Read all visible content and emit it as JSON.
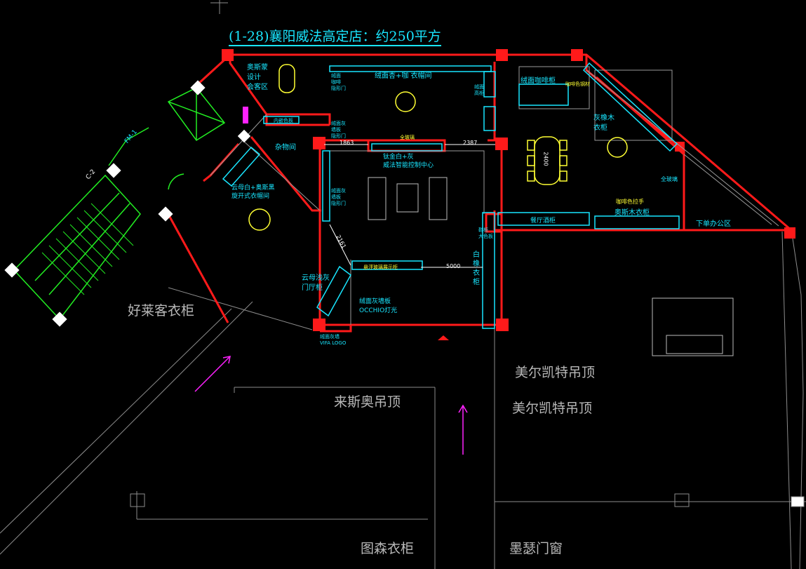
{
  "title": "(1-28)襄阳威法高定店：约250平方",
  "labels": {
    "design_meeting": "奥斯蒙\n设计\n会客区",
    "fabric_wardrobe": "绒面杏+咖 衣帽间",
    "fabric_coffee_cabinet": "绒面咖啡柜",
    "coffee_tempered": "咖啡色钢材",
    "storage_room": "杂物间",
    "gray_wood_wardrobe": "灰橡木\n衣柜",
    "all_glass_right": "全玻璃",
    "coffee_handle": "咖啡色拉手",
    "oak_wardrobe": "奥斯木衣柜",
    "office_area": "下单办公区",
    "control_center": "钛金白+灰\n威法智能控制中心",
    "all_glass_top": "全玻璃",
    "yunmu_wardrobe": "云母白+奥斯黑\n旋开式衣帽间",
    "yunmu_hall": "云母浅灰\n门厅柜",
    "fabric_gray_wall": "绒面灰墙板\nOCCHIO灯光",
    "white_wardrobe": "白\n橡\n衣\n柜",
    "restaurant_cabinet": "餐厅酒柜",
    "fabric_gray_logo": "绒面灰墙\nVIFA LOGO",
    "inner_color": "内嵌色板",
    "side_door_a": "绒面\n咖啡\n隐形门",
    "side_door_b": "绒面灰\n墙板\n隐形门",
    "side_door_c": "绒面灰\n墙板\n隐形门",
    "tall_cabinet": "绒面\n高柜",
    "shoe_cabinet": "鞋柜\n大色板",
    "glass_bar": "悬浮玻璃展示柜",
    "fm": "FM-1",
    "c2": "C-2",
    "haolaike": "好莱客衣柜",
    "laisiao": "来斯奥吊顶",
    "meierkaite_1": "美尔凯特吊顶",
    "meierkaite_2": "美尔凯特吊顶",
    "tusen": "图森衣柜",
    "mose": "墨瑟门窗"
  },
  "dimensions": {
    "d1863": "1863",
    "d2387": "2387",
    "d2161": "2161",
    "d5000": "5000",
    "d2400": "2400"
  },
  "colors": {
    "wall": "#ff1a1a",
    "cabinet": "#19e6ff",
    "stairs": "#22ee22",
    "furniture": "#ffff33",
    "grey_line": "#9a9a9a",
    "arrow": "#ff22ff"
  }
}
